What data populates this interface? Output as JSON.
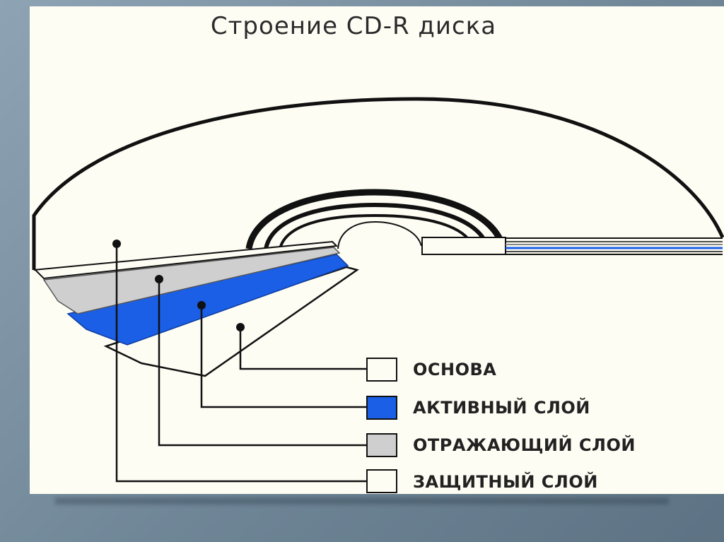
{
  "title": "Строение CD-R диска",
  "legend": [
    {
      "label": "ОСНОВА",
      "color": "#fdfdf4"
    },
    {
      "label": "АКТИВНЫЙ СЛОЙ",
      "color": "#1a5fe6"
    },
    {
      "label": "ОТРАЖАЮЩИЙ СЛОЙ",
      "color": "#cfcfcf"
    },
    {
      "label": "ЗАЩИТНЫЙ СЛОЙ",
      "color": "#fdfdf4"
    }
  ]
}
